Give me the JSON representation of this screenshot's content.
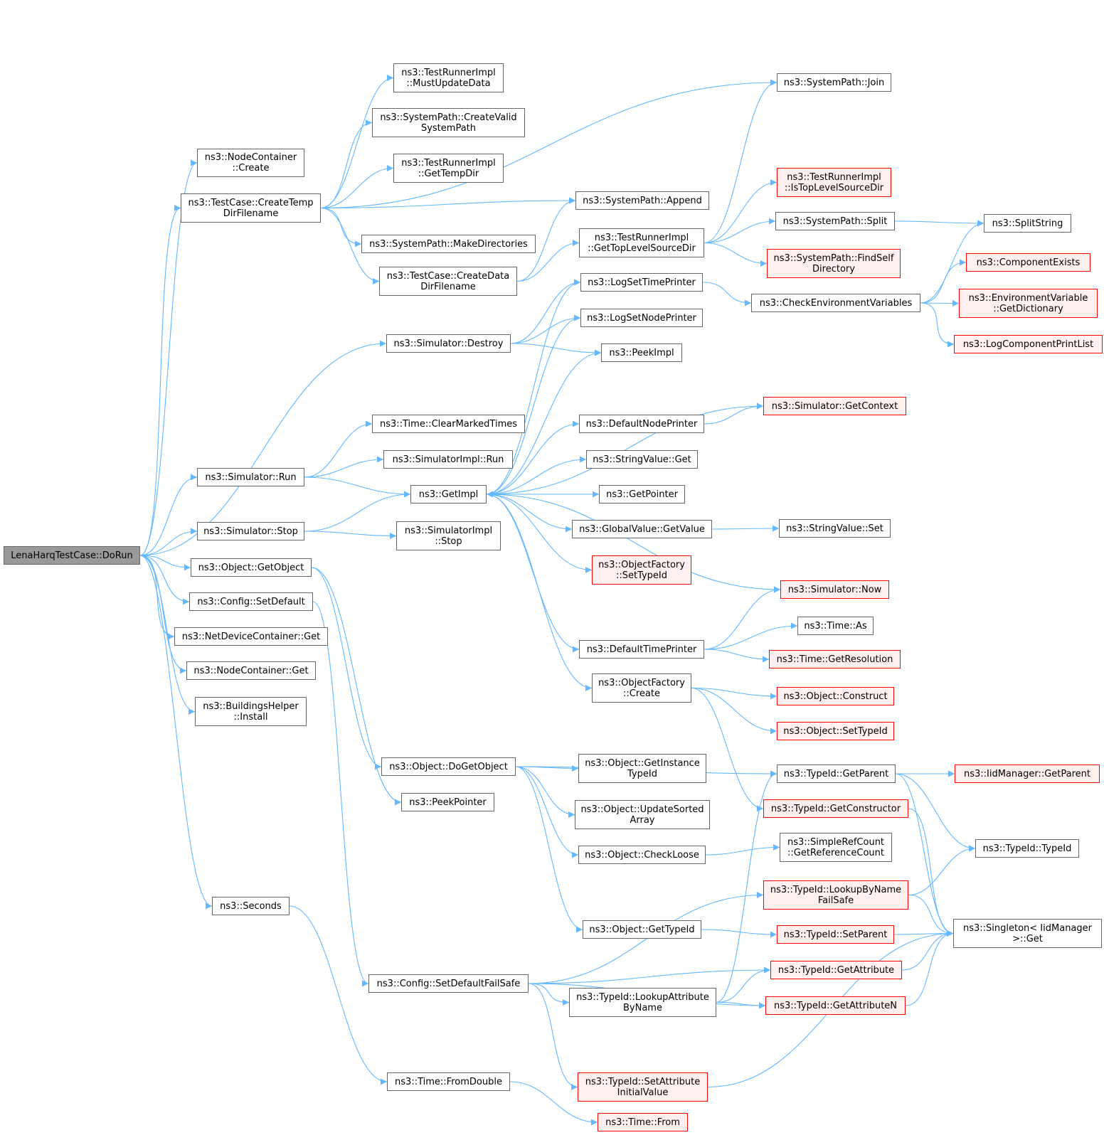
{
  "colors": {
    "edge": "#63b8ff",
    "node_border": "#666666",
    "node_border_red": "#ff0000",
    "node_fill_red": "#fff0f0",
    "root_fill": "#999999"
  },
  "nodes": {
    "n0": {
      "label": "LenaHarqTestCase::DoRun",
      "style": "root"
    },
    "n1": {
      "label": "ns3::NodeContainer\n::Create",
      "style": "normal"
    },
    "n2": {
      "label": "ns3::TestCase::CreateTemp\nDirFilename",
      "style": "normal"
    },
    "n3": {
      "label": "ns3::Simulator::Destroy",
      "style": "normal"
    },
    "n4": {
      "label": "ns3::Simulator::Run",
      "style": "normal"
    },
    "n5": {
      "label": "ns3::Simulator::Stop",
      "style": "normal"
    },
    "n6": {
      "label": "ns3::Object::GetObject",
      "style": "normal"
    },
    "n7": {
      "label": "ns3::Config::SetDefault",
      "style": "normal"
    },
    "n8": {
      "label": "ns3::NetDeviceContainer::Get",
      "style": "normal"
    },
    "n9": {
      "label": "ns3::NodeContainer::Get",
      "style": "normal"
    },
    "n10": {
      "label": "ns3::BuildingsHelper\n::Install",
      "style": "normal"
    },
    "n11": {
      "label": "ns3::Seconds",
      "style": "normal"
    },
    "n12": {
      "label": "ns3::TestRunnerImpl\n::MustUpdateData",
      "style": "normal"
    },
    "n13": {
      "label": "ns3::SystemPath::CreateValid\nSystemPath",
      "style": "normal"
    },
    "n14": {
      "label": "ns3::TestRunnerImpl\n::GetTempDir",
      "style": "normal"
    },
    "n15": {
      "label": "ns3::SystemPath::MakeDirectories",
      "style": "normal"
    },
    "n16": {
      "label": "ns3::TestCase::CreateData\nDirFilename",
      "style": "normal"
    },
    "n17": {
      "label": "ns3::Time::ClearMarkedTimes",
      "style": "normal"
    },
    "n18": {
      "label": "ns3::SimulatorImpl::Run",
      "style": "normal"
    },
    "n19": {
      "label": "ns3::GetImpl",
      "style": "normal"
    },
    "n20": {
      "label": "ns3::SimulatorImpl\n::Stop",
      "style": "normal"
    },
    "n21": {
      "label": "ns3::Object::DoGetObject",
      "style": "normal"
    },
    "n22": {
      "label": "ns3::PeekPointer",
      "style": "normal"
    },
    "n23": {
      "label": "ns3::Config::SetDefaultFailSafe",
      "style": "normal"
    },
    "n24": {
      "label": "ns3::Time::FromDouble",
      "style": "normal"
    },
    "n25": {
      "label": "ns3::SystemPath::Append",
      "style": "normal"
    },
    "n26": {
      "label": "ns3::TestRunnerImpl\n::GetTopLevelSourceDir",
      "style": "normal"
    },
    "n27": {
      "label": "ns3::LogSetTimePrinter",
      "style": "normal"
    },
    "n28": {
      "label": "ns3::LogSetNodePrinter",
      "style": "normal"
    },
    "n29": {
      "label": "ns3::PeekImpl",
      "style": "normal"
    },
    "n30": {
      "label": "ns3::DefaultNodePrinter",
      "style": "normal"
    },
    "n31": {
      "label": "ns3::StringValue::Get",
      "style": "normal"
    },
    "n32": {
      "label": "ns3::GetPointer",
      "style": "normal"
    },
    "n33": {
      "label": "ns3::GlobalValue::GetValue",
      "style": "normal"
    },
    "n34": {
      "label": "ns3::ObjectFactory\n::SetTypeId",
      "style": "red"
    },
    "n35": {
      "label": "ns3::DefaultTimePrinter",
      "style": "normal"
    },
    "n36": {
      "label": "ns3::ObjectFactory\n::Create",
      "style": "normal"
    },
    "n37": {
      "label": "ns3::Object::GetInstance\nTypeId",
      "style": "normal"
    },
    "n38": {
      "label": "ns3::Object::UpdateSorted\nArray",
      "style": "normal"
    },
    "n39": {
      "label": "ns3::Object::CheckLoose",
      "style": "normal"
    },
    "n40": {
      "label": "ns3::Object::GetTypeId",
      "style": "normal"
    },
    "n41": {
      "label": "ns3::TypeId::LookupAttribute\nByName",
      "style": "normal"
    },
    "n42": {
      "label": "ns3::TypeId::SetAttribute\nInitialValue",
      "style": "red"
    },
    "n43": {
      "label": "ns3::Time::From",
      "style": "red"
    },
    "n44": {
      "label": "ns3::SystemPath::Join",
      "style": "normal"
    },
    "n45": {
      "label": "ns3::TestRunnerImpl\n::IsTopLevelSourceDir",
      "style": "red"
    },
    "n46": {
      "label": "ns3::SystemPath::Split",
      "style": "normal"
    },
    "n47": {
      "label": "ns3::SystemPath::FindSelf\nDirectory",
      "style": "red"
    },
    "n48": {
      "label": "ns3::CheckEnvironmentVariables",
      "style": "normal"
    },
    "n49": {
      "label": "ns3::Simulator::GetContext",
      "style": "red"
    },
    "n50": {
      "label": "ns3::StringValue::Set",
      "style": "normal"
    },
    "n51": {
      "label": "ns3::Simulator::Now",
      "style": "red"
    },
    "n52": {
      "label": "ns3::Time::As",
      "style": "normal"
    },
    "n53": {
      "label": "ns3::Time::GetResolution",
      "style": "red"
    },
    "n54": {
      "label": "ns3::Object::Construct",
      "style": "red"
    },
    "n55": {
      "label": "ns3::Object::SetTypeId",
      "style": "red"
    },
    "n56": {
      "label": "ns3::TypeId::GetParent",
      "style": "normal"
    },
    "n57": {
      "label": "ns3::TypeId::GetConstructor",
      "style": "red"
    },
    "n58": {
      "label": "ns3::SimpleRefCount\n::GetReferenceCount",
      "style": "normal"
    },
    "n59": {
      "label": "ns3::TypeId::LookupByName\nFailSafe",
      "style": "red"
    },
    "n60": {
      "label": "ns3::TypeId::SetParent",
      "style": "red"
    },
    "n61": {
      "label": "ns3::TypeId::GetAttribute",
      "style": "red"
    },
    "n62": {
      "label": "ns3::TypeId::GetAttributeN",
      "style": "red"
    },
    "n63": {
      "label": "ns3::SplitString",
      "style": "normal"
    },
    "n64": {
      "label": "ns3::ComponentExists",
      "style": "red"
    },
    "n65": {
      "label": "ns3::EnvironmentVariable\n::GetDictionary",
      "style": "red"
    },
    "n66": {
      "label": "ns3::LogComponentPrintList",
      "style": "red"
    },
    "n67": {
      "label": "ns3::IidManager::GetParent",
      "style": "red"
    },
    "n68": {
      "label": "ns3::TypeId::TypeId",
      "style": "normal"
    },
    "n69": {
      "label": "ns3::Singleton< IidManager\n>::Get",
      "style": "normal"
    }
  },
  "edges": [
    [
      "n0",
      "n1"
    ],
    [
      "n0",
      "n2"
    ],
    [
      "n0",
      "n3"
    ],
    [
      "n0",
      "n4"
    ],
    [
      "n0",
      "n5"
    ],
    [
      "n0",
      "n6"
    ],
    [
      "n0",
      "n7"
    ],
    [
      "n0",
      "n8"
    ],
    [
      "n0",
      "n9"
    ],
    [
      "n0",
      "n10"
    ],
    [
      "n0",
      "n11"
    ],
    [
      "n2",
      "n44"
    ],
    [
      "n2",
      "n12"
    ],
    [
      "n2",
      "n13"
    ],
    [
      "n2",
      "n14"
    ],
    [
      "n2",
      "n25"
    ],
    [
      "n2",
      "n15"
    ],
    [
      "n2",
      "n16"
    ],
    [
      "n16",
      "n25"
    ],
    [
      "n16",
      "n26"
    ],
    [
      "n26",
      "n44"
    ],
    [
      "n26",
      "n45"
    ],
    [
      "n26",
      "n46"
    ],
    [
      "n26",
      "n47"
    ],
    [
      "n46",
      "n63"
    ],
    [
      "n3",
      "n27"
    ],
    [
      "n3",
      "n28"
    ],
    [
      "n3",
      "n29"
    ],
    [
      "n27",
      "n48"
    ],
    [
      "n48",
      "n63"
    ],
    [
      "n48",
      "n64"
    ],
    [
      "n48",
      "n65"
    ],
    [
      "n48",
      "n66"
    ],
    [
      "n4",
      "n17"
    ],
    [
      "n4",
      "n18"
    ],
    [
      "n4",
      "n19"
    ],
    [
      "n5",
      "n19"
    ],
    [
      "n5",
      "n20"
    ],
    [
      "n19",
      "n27"
    ],
    [
      "n19",
      "n28"
    ],
    [
      "n19",
      "n29"
    ],
    [
      "n19",
      "n30"
    ],
    [
      "n19",
      "n31"
    ],
    [
      "n19",
      "n32"
    ],
    [
      "n19",
      "n33"
    ],
    [
      "n19",
      "n34"
    ],
    [
      "n19",
      "n35"
    ],
    [
      "n19",
      "n36"
    ],
    [
      "n19",
      "n51"
    ],
    [
      "n49",
      "n19"
    ],
    [
      "n30",
      "n49"
    ],
    [
      "n33",
      "n50"
    ],
    [
      "n35",
      "n51"
    ],
    [
      "n35",
      "n52"
    ],
    [
      "n35",
      "n53"
    ],
    [
      "n36",
      "n54"
    ],
    [
      "n36",
      "n55"
    ],
    [
      "n36",
      "n57"
    ],
    [
      "n6",
      "n21"
    ],
    [
      "n6",
      "n22"
    ],
    [
      "n7",
      "n23"
    ],
    [
      "n21",
      "n56"
    ],
    [
      "n21",
      "n37"
    ],
    [
      "n21",
      "n38"
    ],
    [
      "n21",
      "n39"
    ],
    [
      "n21",
      "n40"
    ],
    [
      "n39",
      "n58"
    ],
    [
      "n40",
      "n60"
    ],
    [
      "n23",
      "n59"
    ],
    [
      "n23",
      "n61"
    ],
    [
      "n23",
      "n41"
    ],
    [
      "n23",
      "n62"
    ],
    [
      "n23",
      "n42"
    ],
    [
      "n41",
      "n56"
    ],
    [
      "n41",
      "n61"
    ],
    [
      "n41",
      "n62"
    ],
    [
      "n56",
      "n67"
    ],
    [
      "n56",
      "n68"
    ],
    [
      "n56",
      "n69"
    ],
    [
      "n57",
      "n69"
    ],
    [
      "n59",
      "n68"
    ],
    [
      "n59",
      "n69"
    ],
    [
      "n60",
      "n69"
    ],
    [
      "n61",
      "n69"
    ],
    [
      "n62",
      "n69"
    ],
    [
      "n42",
      "n69"
    ],
    [
      "n11",
      "n24"
    ],
    [
      "n24",
      "n43"
    ]
  ]
}
